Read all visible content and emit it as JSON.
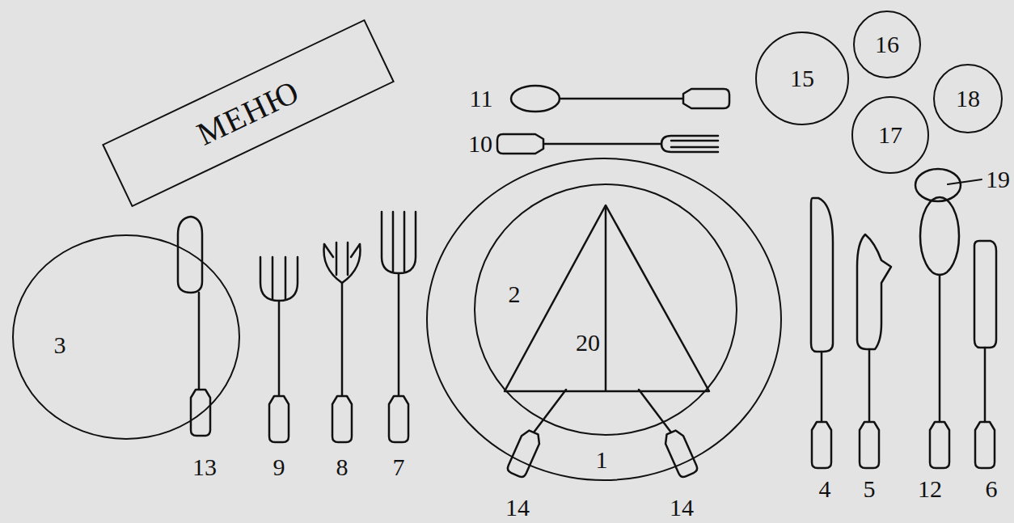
{
  "diagram": {
    "nodes": [
      {
        "text": [
          "МЕНЮ"
        ]
      },
      {
        "text": [
          "3"
        ]
      },
      {
        "text": [
          "1"
        ]
      },
      {
        "text": [
          "2"
        ],
        "in": 2
      },
      {
        "text": [
          "20"
        ],
        "in": 3
      },
      {
        "text": [
          "15"
        ]
      },
      {
        "text": [
          "16"
        ]
      },
      {
        "text": [
          "17"
        ]
      },
      {
        "text": [
          "18"
        ]
      }
    ],
    "labels": [
      "13",
      "9",
      "8",
      "7",
      "14",
      "14",
      "4",
      "5",
      "12",
      "6",
      "11",
      "10",
      "19"
    ]
  }
}
